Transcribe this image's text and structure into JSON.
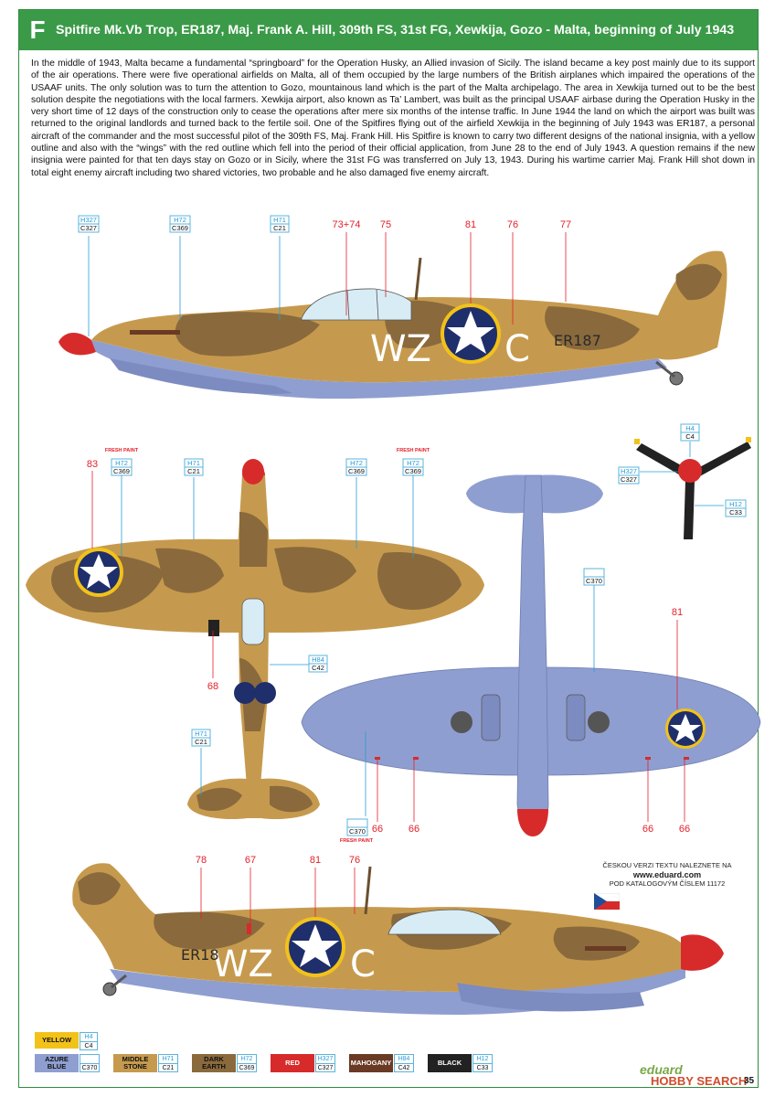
{
  "header": {
    "letter": "F",
    "title": "Spitfire Mk.Vb Trop, ER187, Maj. Frank A. Hill, 309th FS, 31st FG, Xewkija, Gozo - Malta, beginning of July 1943"
  },
  "description": "In the middle of 1943, Malta became a fundamental “springboard” for the Operation Husky, an Allied invasion of Sicily. The island became a key post mainly due to its support of the air operations. There were five operational airfields on Malta, all of them occupied by the large numbers of the British airplanes which impaired the operations of the USAAF units. The only solution was to turn the attention to Gozo, mountainous land which is the part of the Malta archipelago. The area in Xewkija turned out to be the best solution despite the negotiations with the local farmers. Xewkija airport, also known as Ta’ Lambert, was built as the principal USAAF airbase during the Operation Husky in the very short time of 12 days of the construction only to cease the operations after mere six months of the intense traffic. In June 1944 the land on which the airport was built was returned to the original landlords and turned back to the fertile soil. One of the Spitfires flying out of the airfield Xewkija in the beginning of July 1943 was ER187, a personal aircraft of the commander and the most successful pilot of the 309th FS, Maj. Frank Hill. His Spitfire is known to carry two different designs of the national insignia, with a yellow outline and also with the “wings” with the red outline which fell into the period of their official application, from June 28 to the end of July 1943. A question remains if the new insignia were painted for that ten days stay on Gozo or in Sicily, where the 31st FG was transferred on July 13, 1943. During his wartime carrier Maj. Frank Hill shot down in total eight enemy aircraft including two shared victories, two probable and he also damaged five enemy aircraft.",
  "markings": {
    "code_left": "WZ",
    "code_right": "C",
    "serial": "ER187",
    "serial_partial": "ER18"
  },
  "callouts": {
    "side_top": [
      "73+74",
      "75",
      "81",
      "76",
      "77"
    ],
    "plan_top": [
      "83",
      "68"
    ],
    "plan_bottom": [
      "81",
      "66",
      "66",
      "66",
      "66"
    ],
    "side_bottom": [
      "78",
      "67",
      "81",
      "76"
    ],
    "fresh_paint": "FRESH PAINT"
  },
  "codes": {
    "h327_c327": [
      "H327",
      "C327"
    ],
    "h72_c369": [
      "H72",
      "C369"
    ],
    "h71_c21": [
      "H71",
      "C21"
    ],
    "h4_c4": [
      "H4",
      "C4"
    ],
    "h12_c33": [
      "H12",
      "C33"
    ],
    "h84_c42": [
      "H84",
      "C42"
    ],
    "c370": [
      "",
      "C370"
    ]
  },
  "legend": [
    {
      "name": "YELLOW",
      "h": "H4",
      "c": "C4",
      "color": "#f2c21a",
      "text": "#111"
    },
    {
      "name": "AZURE BLUE",
      "h": "",
      "c": "C370",
      "color": "#8f9ed0",
      "text": "#111"
    },
    {
      "name": "MIDDLE STONE",
      "h": "H71",
      "c": "C21",
      "color": "#c69a4e",
      "text": "#111"
    },
    {
      "name": "DARK EARTH",
      "h": "H72",
      "c": "C369",
      "color": "#8a6a3c",
      "text": "#111"
    },
    {
      "name": "RED",
      "h": "H327",
      "c": "C327",
      "color": "#d72b2b",
      "text": "#fff"
    },
    {
      "name": "MAHOGANY",
      "h": "H84",
      "c": "C42",
      "color": "#6b3a24",
      "text": "#fff"
    },
    {
      "name": "BLACK",
      "h": "H12",
      "c": "C33",
      "color": "#222222",
      "text": "#fff"
    }
  ],
  "czech_note": {
    "line1": "ČESKOU VERZI TEXTU NALEZNETE NA",
    "url": "www.eduard.com",
    "line3": "POD KATALOGOVÝM ČÍSLEM 11172"
  },
  "footer": {
    "logo": "eduard",
    "watermark": "HOBBY SEARCH",
    "page": "35"
  },
  "colors": {
    "header_green": "#3a9a48",
    "middle_stone": "#c69a4e",
    "dark_earth": "#8a6a3c",
    "azure_blue": "#8f9ed0",
    "red": "#d72b2b",
    "callout_red": "#e3212b",
    "code_blue": "#2a9cd7"
  }
}
